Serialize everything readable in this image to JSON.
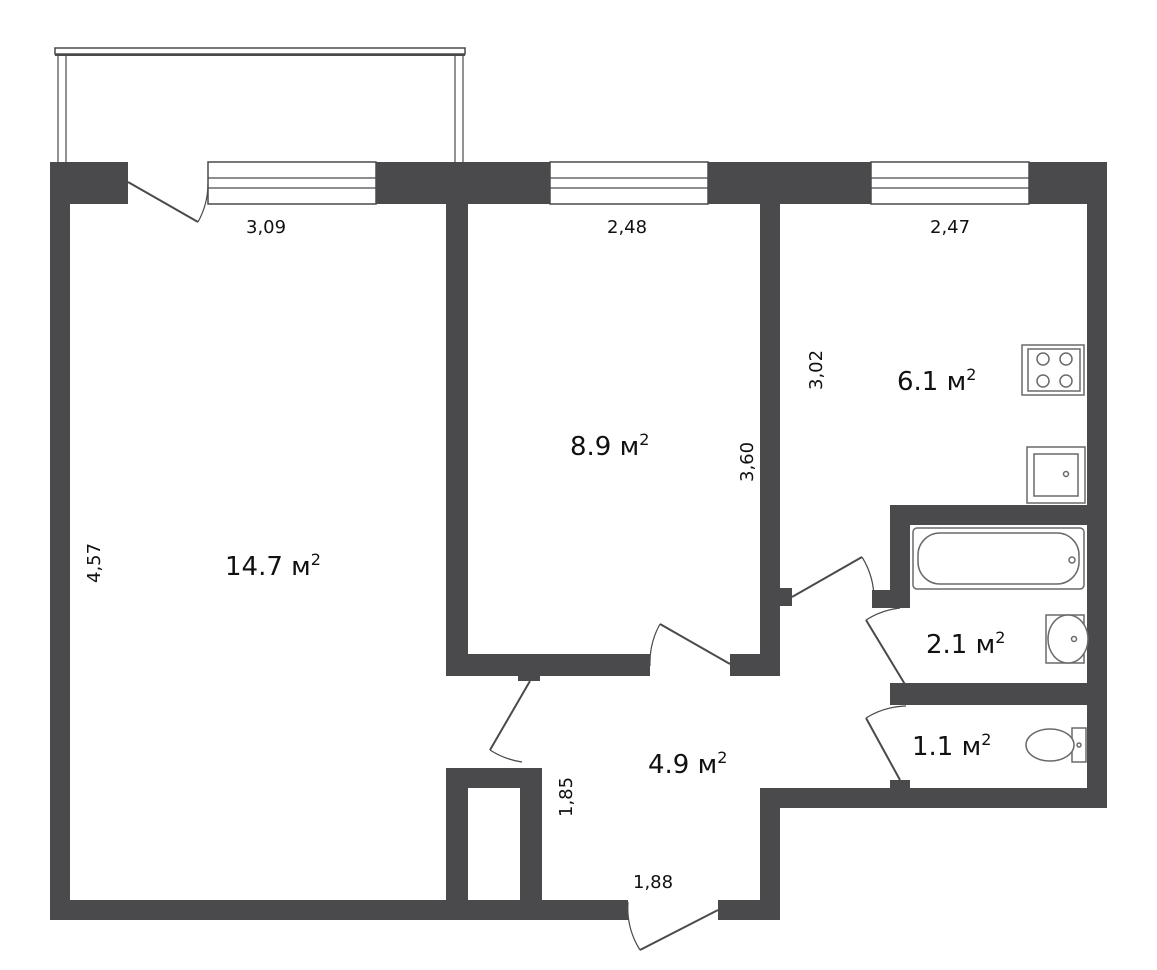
{
  "plan": {
    "rooms": [
      {
        "id": "living",
        "area": "14.7",
        "unit": "м",
        "exp": "2"
      },
      {
        "id": "bedroom",
        "area": "8.9",
        "unit": "м",
        "exp": "2"
      },
      {
        "id": "kitchen",
        "area": "6.1",
        "unit": "м",
        "exp": "2"
      },
      {
        "id": "hall",
        "area": "4.9",
        "unit": "м",
        "exp": "2"
      },
      {
        "id": "bathroom",
        "area": "2.1",
        "unit": "м",
        "exp": "2"
      },
      {
        "id": "toilet",
        "area": "1.1",
        "unit": "м",
        "exp": "2"
      }
    ],
    "dimensions": [
      "3,09",
      "2,48",
      "2,47",
      "3,02",
      "3,60",
      "4,57",
      "1,85",
      "1,88"
    ]
  },
  "colors": {
    "wall": "#4a4a4d",
    "background": "#ffffff"
  }
}
